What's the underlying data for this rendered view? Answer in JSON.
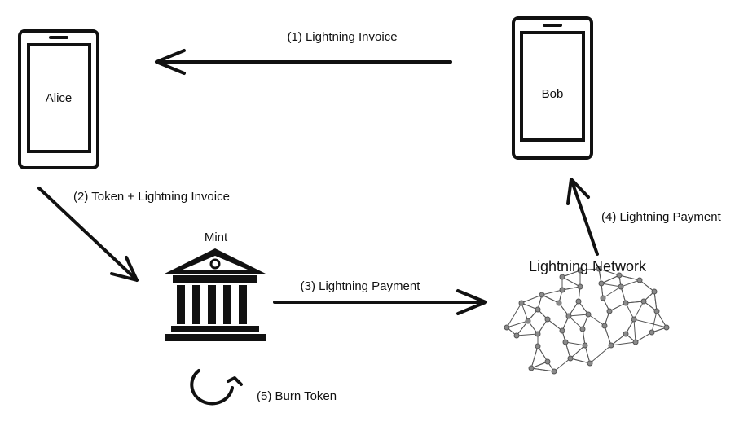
{
  "nodes": {
    "alice": "Alice",
    "bob": "Bob",
    "mint": "Mint",
    "network": "Lightning Network"
  },
  "steps": {
    "step1": "(1) Lightning Invoice",
    "step2": "(2) Token + Lightning Invoice",
    "step3": "(3) Lightning Payment",
    "step4": "(4) Lightning Payment",
    "step5": "(5) Burn Token"
  }
}
